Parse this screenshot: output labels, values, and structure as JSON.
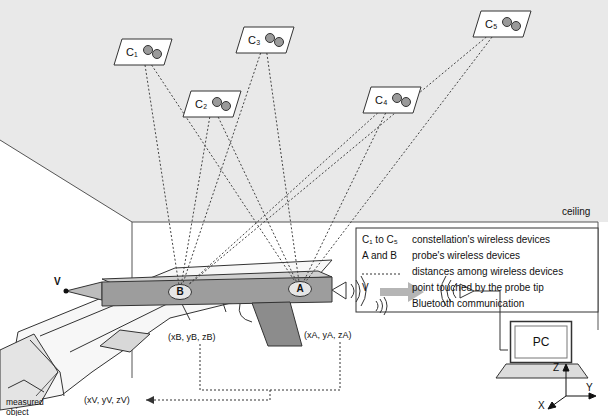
{
  "diagram": {
    "nodes": [
      {
        "text": [
          "C₁"
        ]
      },
      {
        "text": [
          "C₂"
        ]
      },
      {
        "text": [
          "C₃"
        ]
      },
      {
        "text": [
          "C₄"
        ]
      },
      {
        "text": [
          "C₅"
        ]
      },
      {
        "text": [
          "B"
        ]
      },
      {
        "text": [
          "A"
        ]
      },
      {
        "text": [
          "PC"
        ]
      }
    ],
    "edges": [
      {
        "from": 0,
        "to": 5,
        "arrow": "none"
      },
      {
        "from": 0,
        "to": 6,
        "arrow": "none"
      },
      {
        "from": 1,
        "to": 5,
        "arrow": "none"
      },
      {
        "from": 1,
        "to": 6,
        "arrow": "none"
      },
      {
        "from": 2,
        "to": 5,
        "arrow": "none"
      },
      {
        "from": 2,
        "to": 6,
        "arrow": "none"
      },
      {
        "from": 3,
        "to": 5,
        "arrow": "none"
      },
      {
        "from": 3,
        "to": 6,
        "arrow": "none"
      },
      {
        "from": 4,
        "to": 5,
        "arrow": "none"
      },
      {
        "from": 4,
        "to": 6,
        "arrow": "none"
      }
    ],
    "labels": [
      "ceiling",
      "C₁ to C₅",
      "A and B",
      "V",
      "V",
      "(xB, yB, zB)",
      "(xA, yA, zA)",
      "(xV, yV, zV)",
      "measured object",
      "Z",
      "Y",
      "X"
    ],
    "legend": [
      {
        "text": "constellation's wireless devices"
      },
      {
        "text": "probe's wireless devices"
      },
      {
        "text": "distances among wireless devices"
      },
      {
        "text": "point touched by the probe tip"
      },
      {
        "text": "Bluetooth communication"
      }
    ]
  }
}
